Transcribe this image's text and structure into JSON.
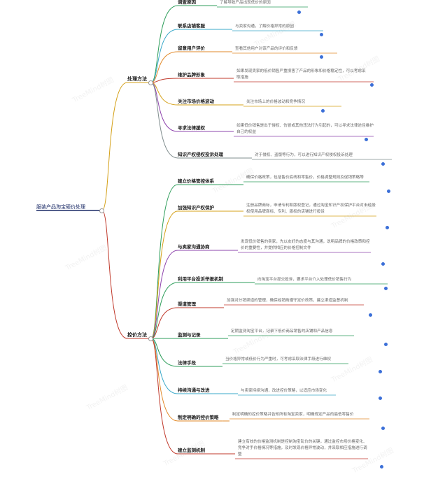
{
  "root": "服装产品淘宝砸价处理",
  "watermark": "TreeMind树图",
  "branches": [
    {
      "label": "处理方法",
      "color": "#d4a017",
      "leaves": [
        {
          "label": "调查原因",
          "desc": "了解导致产品出现低价的原因",
          "color": "#2e9e5b"
        },
        {
          "label": "联系店铺客服",
          "desc": "与卖家沟通，了解价格异常的原因",
          "color": "#3aa9c9"
        },
        {
          "label": "留意用户评价",
          "desc": "查看其他用户对该产品的评价和反馈",
          "color": "#e28a2a"
        },
        {
          "label": "维护品牌形象",
          "desc": "如果发现卖家的低价销售严重损害了产品的形象和价格稳定性，可以考虑采取措施",
          "color": "#c0392b"
        },
        {
          "label": "关注市场价格波动",
          "desc": "关注市场上的价格波动和竞争情况",
          "color": "#d4a017"
        },
        {
          "label": "寻求法律援权",
          "desc": "如果低价销售是出于侵权、仿冒或其他违法行为引起的，可以寻求法律途径维护自己的权益",
          "color": "#8e44ad"
        },
        {
          "label": "知识产权侵权投诉处理",
          "desc": "对于侵权、盗版等行为，可以进行知识产权侵权投诉处理",
          "color": "#7f8c8d"
        }
      ]
    },
    {
      "label": "控价方法",
      "color": "#c0392b",
      "leaves": [
        {
          "label": "建立价格管控体系",
          "desc": "确保价格政策，包括售价底线和零售价，价格调整规则及促销策略等",
          "color": "#2e9e5b"
        },
        {
          "label": "加强知识产权保护",
          "desc": "注册品牌商标，申请专利和版权登记，通过淘宝知识产权保护平台对未经授权使用品牌商标、专利、版权的店铺进行投诉",
          "color": "#d4a017"
        },
        {
          "label": "与卖家沟通协商",
          "desc": "发现低价销售的卖家，先以友好的态度与其沟通，说明品牌的价格政策和控价的重要性，并提供相应的价格控制文件",
          "color": "#8e44ad"
        },
        {
          "label": "利用平台投诉举报机制",
          "desc": "向淘宝平台提交投诉，要求平台介入处理低价销售行为",
          "color": "#2e9e5b"
        },
        {
          "label": "渠道管理",
          "desc": "加强对分销渠道的管理，确保经销商遵守定价政策，建立渠道监督机制",
          "color": "#c0392b"
        },
        {
          "label": "监测与记录",
          "desc": "定期监测淘宝平台，记录下低价商品销售的店铺和产品信息",
          "color": "#2e9e5b"
        },
        {
          "label": "法律手段",
          "desc": "当价格异常或低价行为严重时，可考虑采取法律手段进行维权",
          "color": "#2e9e5b"
        },
        {
          "label": "持续沟通与改进",
          "desc": "与卖家持续沟通，改进控价策略，以适应市场变化",
          "color": "#3aa9c9"
        },
        {
          "label": "制定明确的控价策略",
          "desc": "制定明确的控价策略并告知所有淘宝卖家，明确规定产品的最低零售价",
          "color": "#e28a2a"
        },
        {
          "label": "建立监测机制",
          "desc": "建立有效的价格监测机制是控制淘宝乱价的关键，通过监控市场价格变化、竞争对手价格情况等措施，及时发现价格异常波动，并采取相应措施进行调整",
          "color": "#c0392b"
        }
      ]
    }
  ]
}
